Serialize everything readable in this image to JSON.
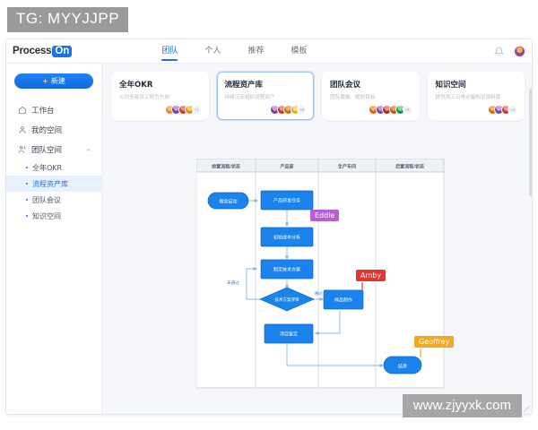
{
  "watermarks": {
    "top": "TG: MYYJJPP",
    "bottom": "www.zjyyxk.com"
  },
  "header": {
    "logo_part1": "Process",
    "logo_part2": "On",
    "tabs": [
      {
        "label": "团队",
        "active": true
      },
      {
        "label": "个人",
        "active": false
      },
      {
        "label": "推荐",
        "active": false
      },
      {
        "label": "模板",
        "active": false
      }
    ],
    "bell_icon": "bell-icon",
    "avatar_icon": "user-avatar"
  },
  "sidebar": {
    "new_button": {
      "label": "新建",
      "plus": "+"
    },
    "items": [
      {
        "label": "工作台",
        "icon": "home-icon"
      },
      {
        "label": "我的空间",
        "icon": "person-icon"
      },
      {
        "label": "团队空间",
        "icon": "people-icon",
        "expanded": true,
        "chevron": "chevron-up-icon"
      }
    ],
    "sub_items": [
      {
        "label": "全年OKR",
        "active": false
      },
      {
        "label": "流程资产库",
        "active": true
      },
      {
        "label": "团队会议",
        "active": false
      },
      {
        "label": "知识空间",
        "active": false
      }
    ]
  },
  "main": {
    "cards": [
      {
        "title": "全年OKR",
        "subtitle": "公司全部员工努力方向",
        "selected": false,
        "more": "+1",
        "avatars": [
          "#f0932b",
          "#8e44ad",
          "#e74c3c",
          "#f39c12"
        ]
      },
      {
        "title": "流程资产库",
        "subtitle": "持续沉淀组织流程资产",
        "selected": true,
        "more": "+6",
        "avatars": [
          "#9b59b6",
          "#e74c3c",
          "#e67e22",
          "#f1c40f"
        ]
      },
      {
        "title": "团队会议",
        "subtitle": "团队周报、规划目标",
        "selected": false,
        "more": "+8",
        "avatars": [
          "#e67e22",
          "#8e44ad",
          "#c0392b",
          "#d35400",
          "#27ae60"
        ]
      },
      {
        "title": "知识空间",
        "subtitle": "提供员工日常必备知识资料库",
        "selected": false,
        "more": "+4",
        "avatars": [
          "#e67e22",
          "#9b59b6",
          "#e74c3c"
        ]
      }
    ]
  },
  "flowchart": {
    "lanes": [
      "前置流程/状态",
      "产品部",
      "生产车间",
      "后置流程/状态"
    ],
    "nodes": [
      {
        "id": "start",
        "label": "概念启动",
        "shape": "terminator",
        "lane": 0
      },
      {
        "id": "n1",
        "label": "产品研发任务",
        "shape": "process",
        "lane": 1
      },
      {
        "id": "n2",
        "label": "初始成本分析",
        "shape": "process",
        "lane": 1
      },
      {
        "id": "n3",
        "label": "制定技术方案",
        "shape": "process",
        "lane": 1
      },
      {
        "id": "d1",
        "label": "技术方案评审",
        "shape": "decision",
        "lane": 1
      },
      {
        "id": "n4",
        "label": "样品制作",
        "shape": "process",
        "lane": 2
      },
      {
        "id": "n5",
        "label": "项目鉴定",
        "shape": "process",
        "lane": 1
      },
      {
        "id": "end",
        "label": "结束",
        "shape": "terminator",
        "lane": 3
      }
    ],
    "edge_labels": [
      {
        "id": "pass",
        "label": "通过"
      },
      {
        "id": "fail",
        "label": "未通过"
      }
    ],
    "colors": {
      "node_fill": "#1a83ec",
      "node_stroke": "#1565c0",
      "line": "#8fb4d8",
      "lane_border": "#c9ced6",
      "lane_header_bg": "#eef1f5",
      "canvas_bg": "#ffffff"
    },
    "cursors": [
      {
        "name": "Eddie",
        "color": "#b45fd6"
      },
      {
        "name": "Amby",
        "color": "#e8342a"
      },
      {
        "name": "Geoffrey",
        "color": "#f5a623"
      }
    ]
  }
}
